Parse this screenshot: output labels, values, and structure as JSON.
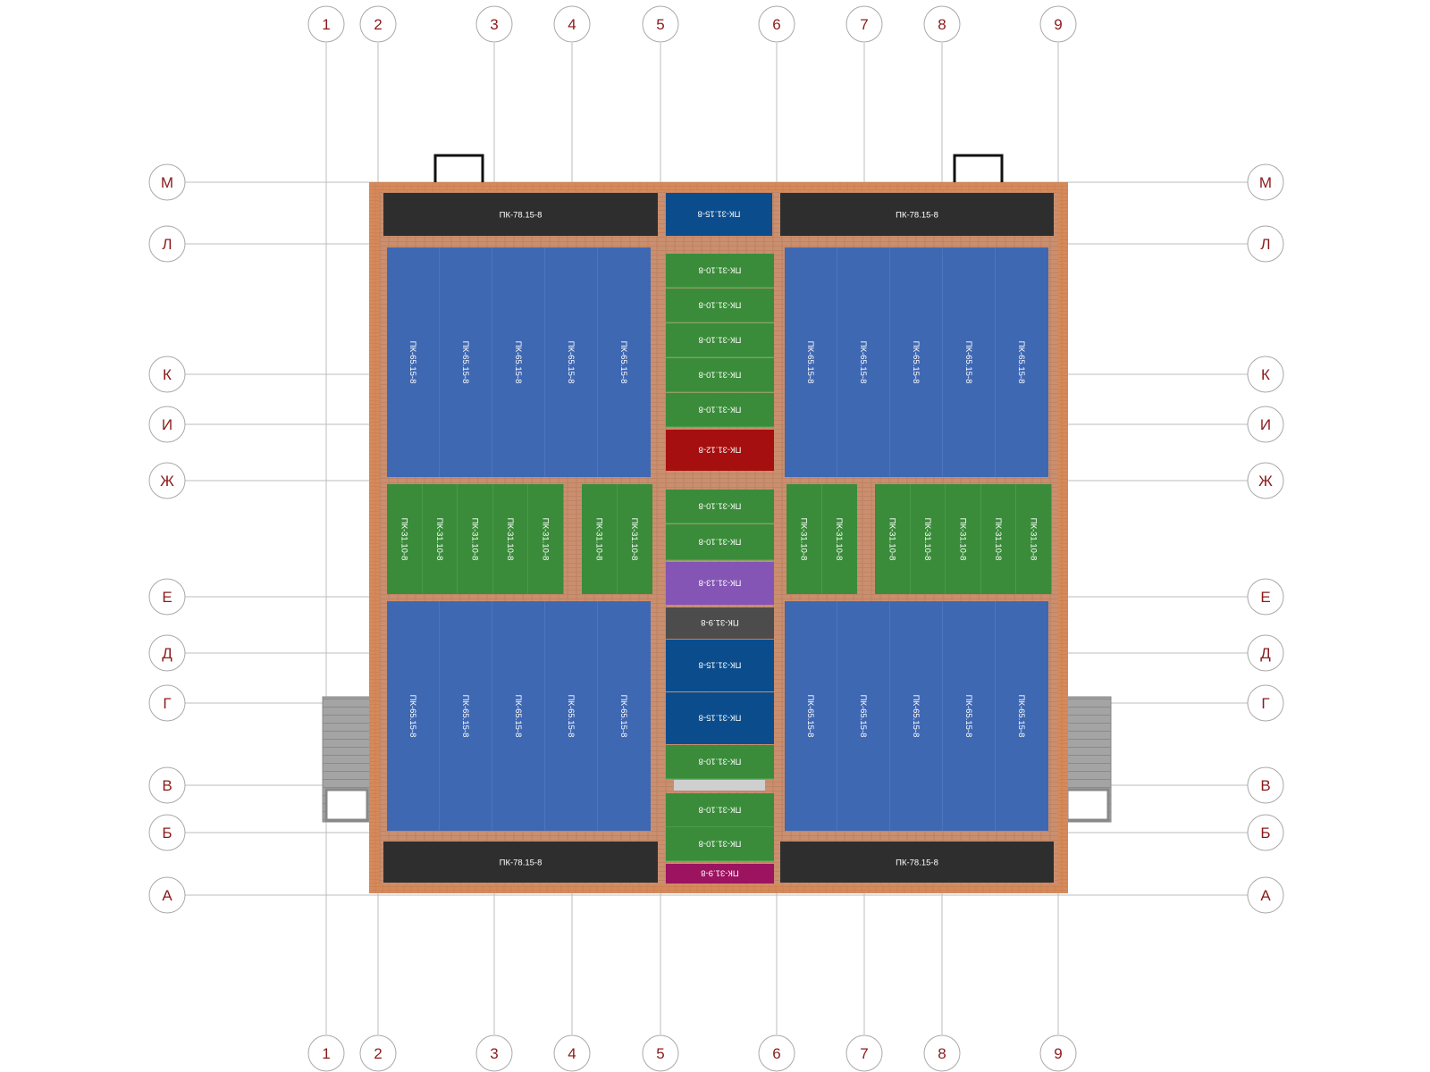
{
  "colors": {
    "grid_line": "#bdbdbd",
    "axis_circle_stroke": "#a9a9a9",
    "axis_text": "#8b1a1a",
    "brick": "#c98f6e",
    "brick_outer": "#d4875a",
    "mortar": "#c57f63",
    "pk65": "#3f68b3",
    "pk31_10": "#3a8c3a",
    "pk78": "#2e2e2e",
    "pk31_15": "#0b4d8c",
    "pk31_12": "#a50f0f",
    "pk31_13": "#8455b4",
    "pk31_9": "#4c4c4c",
    "pk31_9_bottom": "#9c1360",
    "stairs": "#9a9a9a"
  },
  "axes": {
    "columns": [
      "1",
      "2",
      "3",
      "4",
      "5",
      "6",
      "7",
      "8",
      "9"
    ],
    "rows": [
      "М",
      "Л",
      "К",
      "И",
      "Ж",
      "Е",
      "Д",
      "Г",
      "В",
      "Б",
      "А"
    ]
  },
  "slabs": {
    "top_left": "ПК-78.15-8",
    "top_center": "ПК-31.15-8",
    "top_right": "ПК-78.15-8",
    "bottom_left": "ПК-78.15-8",
    "bottom_right": "ПК-78.15-8",
    "big_panel": "ПК-65.15-8",
    "small_panel": "ПК-31.10-8",
    "center_column": [
      {
        "label": "ПК-31.10-8",
        "kind": "pk31_10"
      },
      {
        "label": "ПК-31.10-8",
        "kind": "pk31_10"
      },
      {
        "label": "ПК-31.10-8",
        "kind": "pk31_10"
      },
      {
        "label": "ПК-31.10-8",
        "kind": "pk31_10"
      },
      {
        "label": "ПК-31.10-8",
        "kind": "pk31_10"
      },
      {
        "label": "ПК-31.12-8",
        "kind": "pk31_12"
      },
      {
        "label": "ПК-31.10-8",
        "kind": "pk31_10"
      },
      {
        "label": "ПК-31.10-8",
        "kind": "pk31_10"
      },
      {
        "label": "ПК-31.13-8",
        "kind": "pk31_13"
      },
      {
        "label": "ПК-31.9-8",
        "kind": "pk31_9"
      },
      {
        "label": "ПК-31.15-8",
        "kind": "pk31_15"
      },
      {
        "label": "ПК-31.15-8",
        "kind": "pk31_15"
      },
      {
        "label": "ПК-31.10-8",
        "kind": "pk31_10"
      },
      {
        "label": "ПК-31.10-8",
        "kind": "pk31_10"
      },
      {
        "label": "ПК-31.10-8",
        "kind": "pk31_10"
      },
      {
        "label": "ПК-31.9-8",
        "kind": "pk31_9_bottom"
      }
    ]
  }
}
